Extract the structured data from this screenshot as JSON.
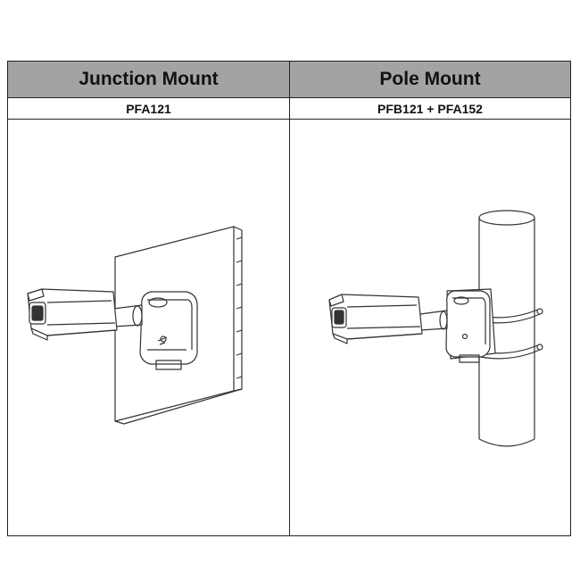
{
  "table": {
    "columns": [
      {
        "title": "Junction Mount",
        "model": "PFA121",
        "illustration": "camera-on-wall-junction-box"
      },
      {
        "title": "Pole Mount",
        "model": "PFB121 + PFA152",
        "illustration": "camera-on-pole-with-bracket"
      }
    ],
    "colors": {
      "header_bg": "#a3a3a3",
      "border": "#222222",
      "line": "#333333"
    }
  }
}
